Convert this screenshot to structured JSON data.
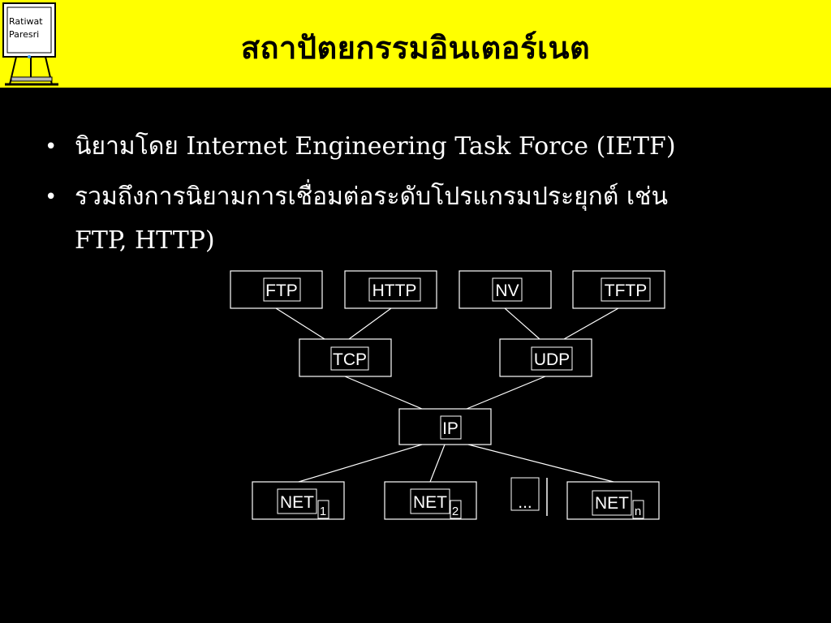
{
  "header": {
    "title": "สถาปัตยกรรมอินเตอร์เนต",
    "logo_line1": "Ratiwat",
    "logo_line2": "Paresri"
  },
  "bullets": [
    {
      "text": "นิยามโดย Internet Engineering Task Force (IETF)"
    },
    {
      "text": "รวมถึงการนิยามการเชื่อมต่อระดับโปรแกรมประยุกต์ เช่น",
      "text2": "FTP, HTTP)"
    }
  ],
  "diagram": {
    "apps": [
      "FTP",
      "HTTP",
      "NV",
      "TFTP"
    ],
    "transport": [
      "TCP",
      "UDP"
    ],
    "network": "IP",
    "nets": [
      {
        "label": "NET",
        "sub": "1"
      },
      {
        "label": "NET",
        "sub": "2"
      },
      {
        "label": "NET",
        "sub": "n"
      }
    ],
    "ellipsis": "..."
  },
  "colors": {
    "header_bg": "#ffff00",
    "slide_bg": "#000000",
    "text": "#ffffff"
  }
}
